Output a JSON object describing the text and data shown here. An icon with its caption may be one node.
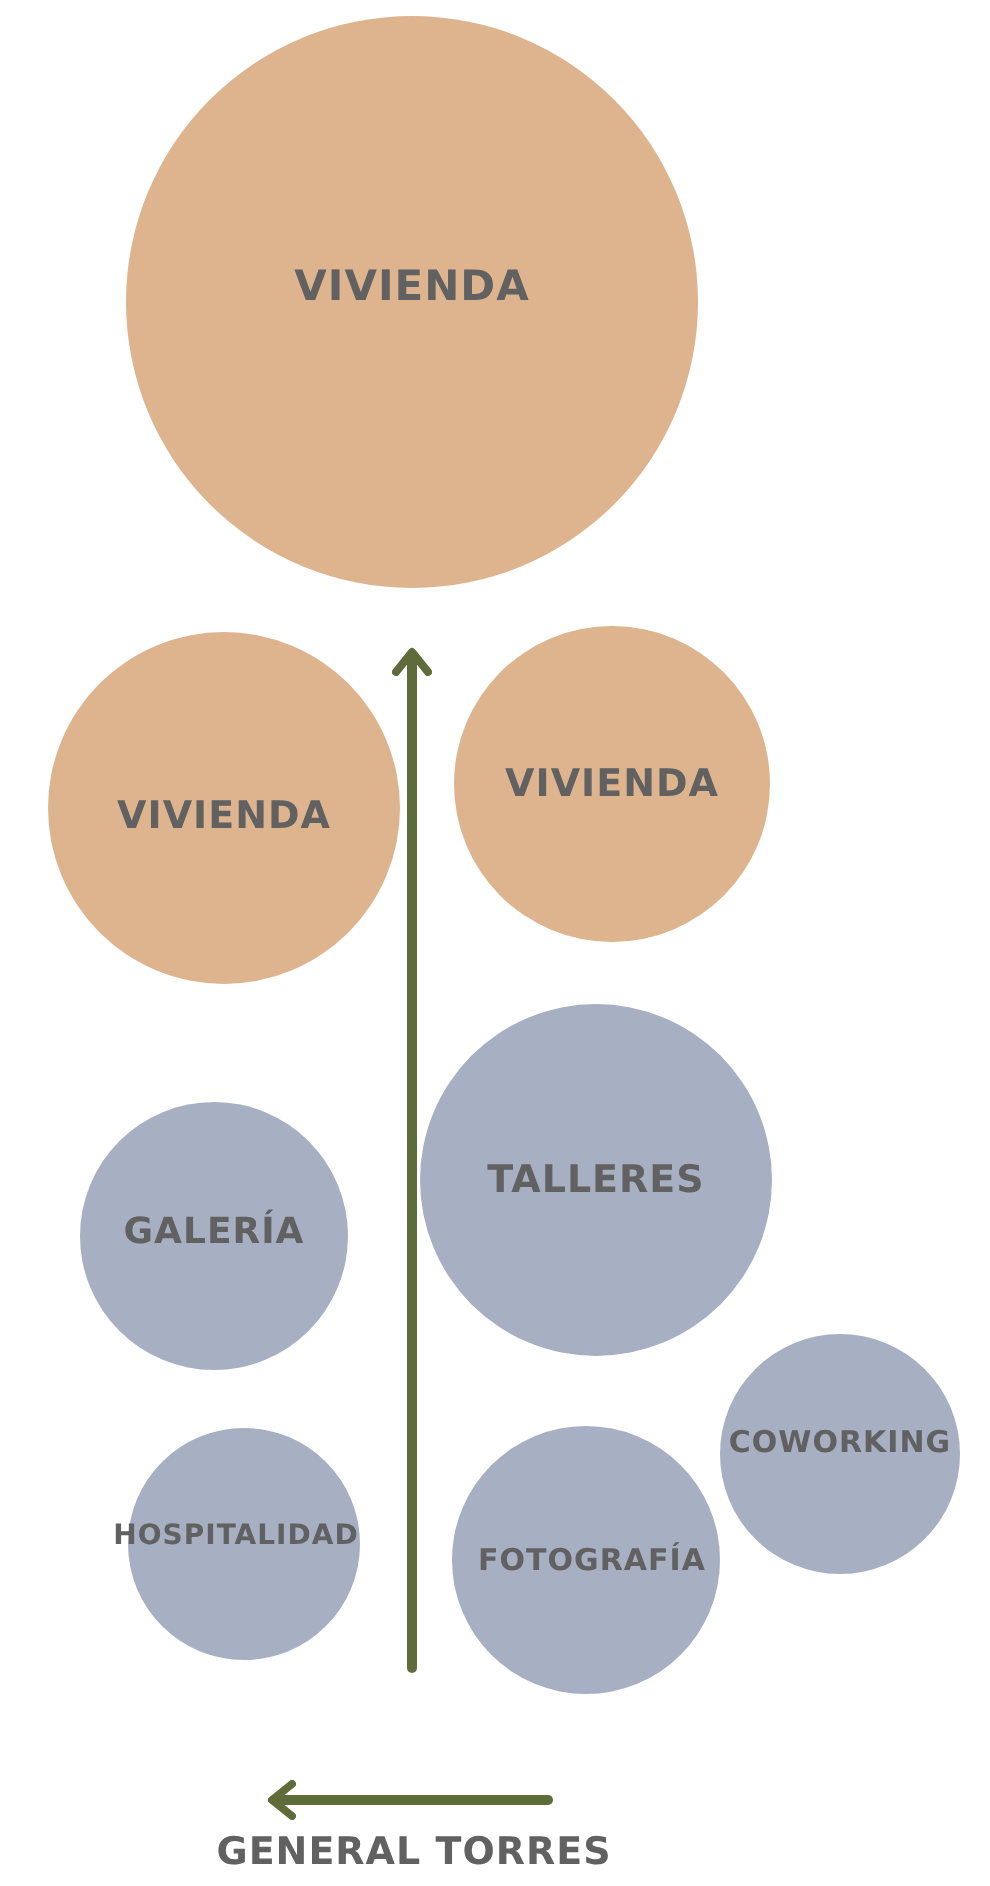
{
  "diagram": {
    "nodes": [
      {
        "text": [
          "VIVIENDA"
        ]
      },
      {
        "text": [
          "VIVIENDA"
        ]
      },
      {
        "text": [
          "VIVIENDA"
        ]
      },
      {
        "text": [
          "TALLERES"
        ]
      },
      {
        "text": [
          "GALERÍA"
        ]
      },
      {
        "text": [
          "COWORKING"
        ]
      },
      {
        "text": [
          "HOSPITALIDAD"
        ]
      },
      {
        "text": [
          "FOTOGRAFÍA"
        ]
      }
    ],
    "labels": [
      "GENERAL TORRES"
    ]
  }
}
